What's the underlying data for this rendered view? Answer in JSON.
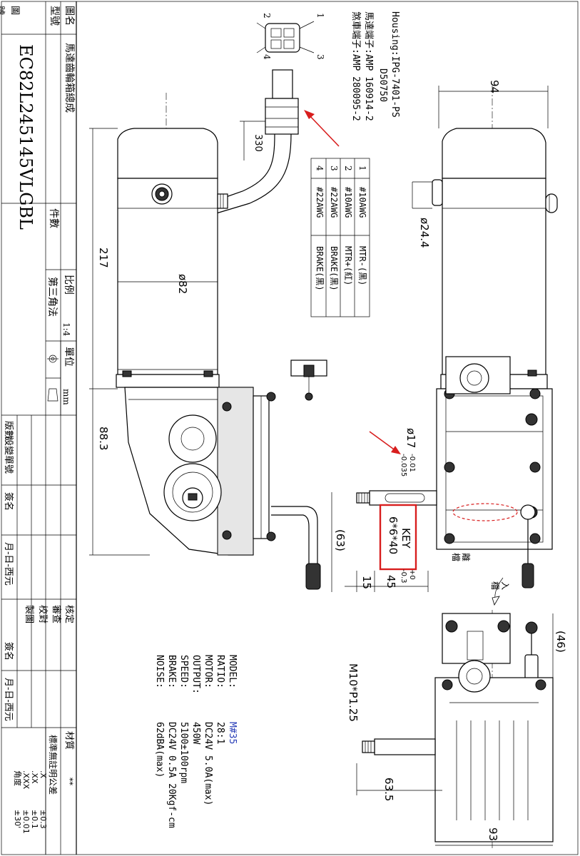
{
  "title_block": {
    "drawing_name_label": "圖名",
    "drawing_name": "馬達齒輪箱總成",
    "model_label": "型號",
    "model": "EC82L245145VLGBL",
    "drawing_number_label": "圖\n號",
    "parts_count_label": "件數",
    "scale_label": "比例",
    "scale": "1:4",
    "unit_label": "單位",
    "unit": "mm",
    "projection": "第三角法",
    "revision_labels": [
      "版數",
      "設變單號",
      "簽名",
      "月-日-西元"
    ],
    "approval_labels": [
      "核定",
      "審查",
      "校對",
      "製圖"
    ],
    "sign_label": "簽名",
    "date_label": "月-日-西元",
    "material_label": "材質",
    "material_value": "**",
    "tolerance_title": "標準無註明公差",
    "tolerances": [
      {
        "k": ".X",
        "v": "±0.3"
      },
      {
        "k": ".XX",
        "v": "±0.1"
      },
      {
        "k": ".XXX",
        "v": "±0.01"
      },
      {
        "k": "角度",
        "v": "±30'"
      }
    ]
  },
  "connector": {
    "housing": "Housing:IPG-7401-PS",
    "housing_sub": "D50750",
    "motor_terminal": "馬達端子:AMP 160914-2",
    "brake_terminal": "煞車端子:AMP 280095-2",
    "pins": [
      "1",
      "2",
      "3",
      "4"
    ],
    "cable_length": "330"
  },
  "wire_table": [
    {
      "pin": "1",
      "gauge": "#10AWG",
      "func": "MTR-(黑)"
    },
    {
      "pin": "2",
      "gauge": "#10AWG",
      "func": "MTR+(紅)"
    },
    {
      "pin": "3",
      "gauge": "#22AWG",
      "func": "BRAKE(黑)"
    },
    {
      "pin": "4",
      "gauge": "#22AWG",
      "func": "BRAKE(黑)"
    }
  ],
  "dimensions": {
    "d94": "94",
    "d244": "ø24.4",
    "d217": "217",
    "d82": "ø82",
    "d883": "88.3",
    "shaft": "ø17",
    "shaft_tol_top": "-0.01",
    "shaft_tol_bot": "-0.035",
    "key_line1": "KEY",
    "key_line2": "6*6*40",
    "d63": "(63)",
    "d15": "15",
    "d45": "45",
    "d45_tol_top": "+0",
    "d45_tol_bot": "-0.3",
    "d46": "(46)",
    "thread": "M10*P1.25",
    "d635": "63.5",
    "d93": "93",
    "release_label": "離\n檔",
    "engage_label": "入\n檔"
  },
  "specs": {
    "labels": [
      "MODEL:",
      "RATIO:",
      "MOTOR:",
      "OUTPUT:",
      "SPEED:",
      "BRAKE:",
      "NOISE:"
    ],
    "values": [
      "M#35",
      "28:1",
      "DC24V  5.0A(max)",
      "450W",
      "5100±100rpm",
      "DC24V 0.5A 20Kgf-cm",
      "62dBA(max)"
    ]
  },
  "colors": {
    "highlight": "#d81e1e",
    "model_value": "#2a3fb8",
    "line": "#000000"
  }
}
